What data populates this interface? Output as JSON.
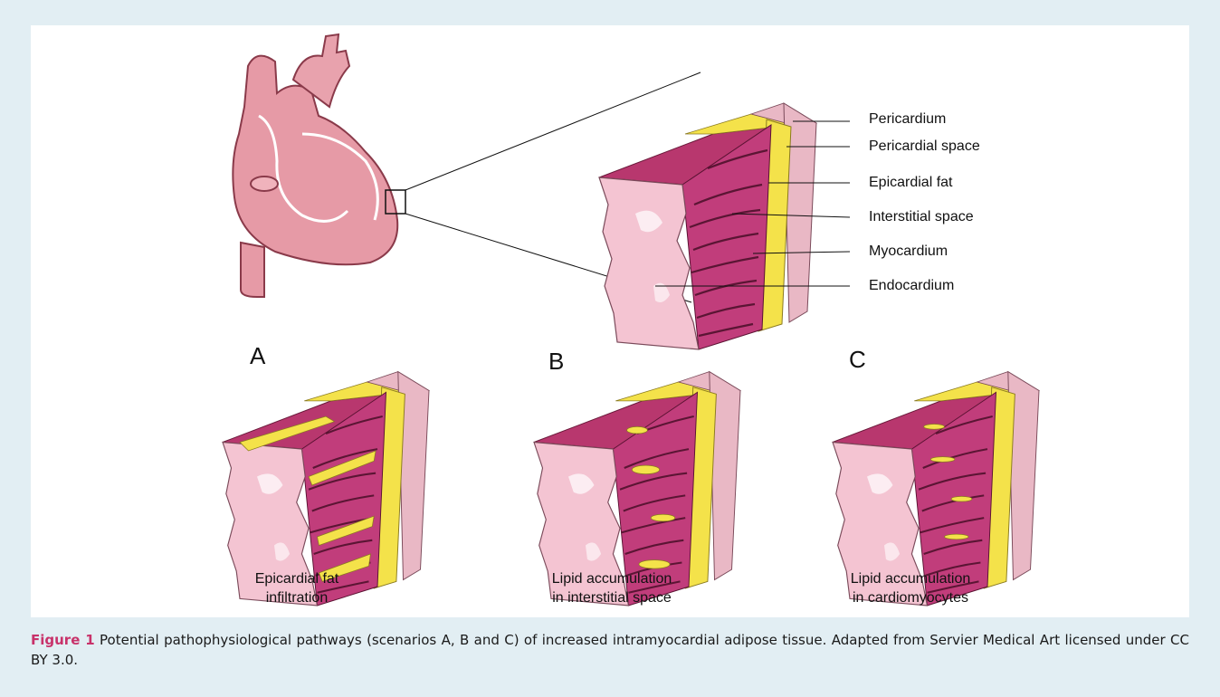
{
  "layer_labels": [
    "Pericardium",
    "Pericardial space",
    "Epicardial fat",
    "Interstitial space",
    "Myocardium",
    "Endocardium"
  ],
  "scenarios": [
    {
      "letter": "A",
      "caption_line1": "Epicardial fat",
      "caption_line2": "infiltration"
    },
    {
      "letter": "B",
      "caption_line1": "Lipid accumulation",
      "caption_line2": "in interstitial space"
    },
    {
      "letter": "C",
      "caption_line1": "Lipid accumulation",
      "caption_line2": "in cardiomyocytes"
    }
  ],
  "caption": {
    "figure_number": "Figure 1",
    "text": "Potential pathophysiological pathways (scenarios A, B and C) of increased intramyocardial adipose tissue. Adapted from Servier Medical Art licensed under CC BY 3.0."
  },
  "colors": {
    "background": "#e2eef3",
    "accent": "#c8326a",
    "myocardium": "#c13d7b",
    "fat": "#f4e24a",
    "endocardium": "#f4c4d2",
    "pericardium": "#e9b8c5",
    "heart": "#e69aa6"
  }
}
